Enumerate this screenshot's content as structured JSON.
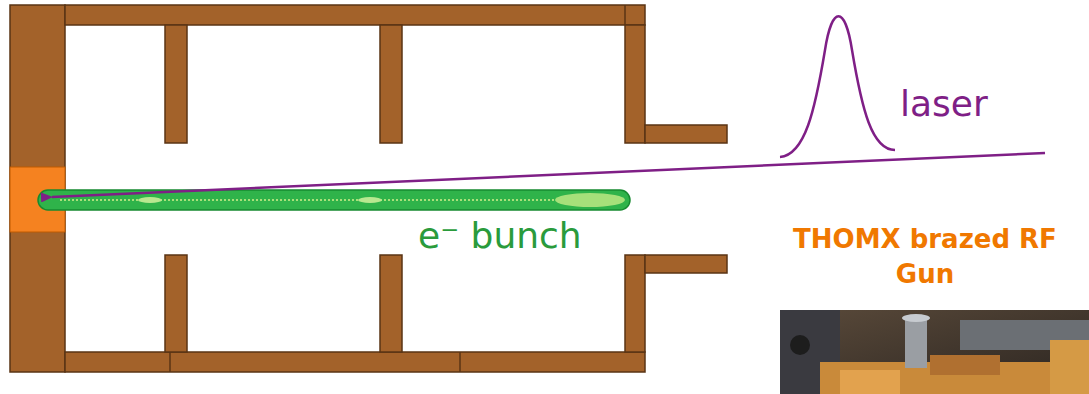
{
  "diagram": {
    "labels": [
      "laser",
      "e⁻ bunch",
      "THOMX brazed RF Gun"
    ]
  }
}
